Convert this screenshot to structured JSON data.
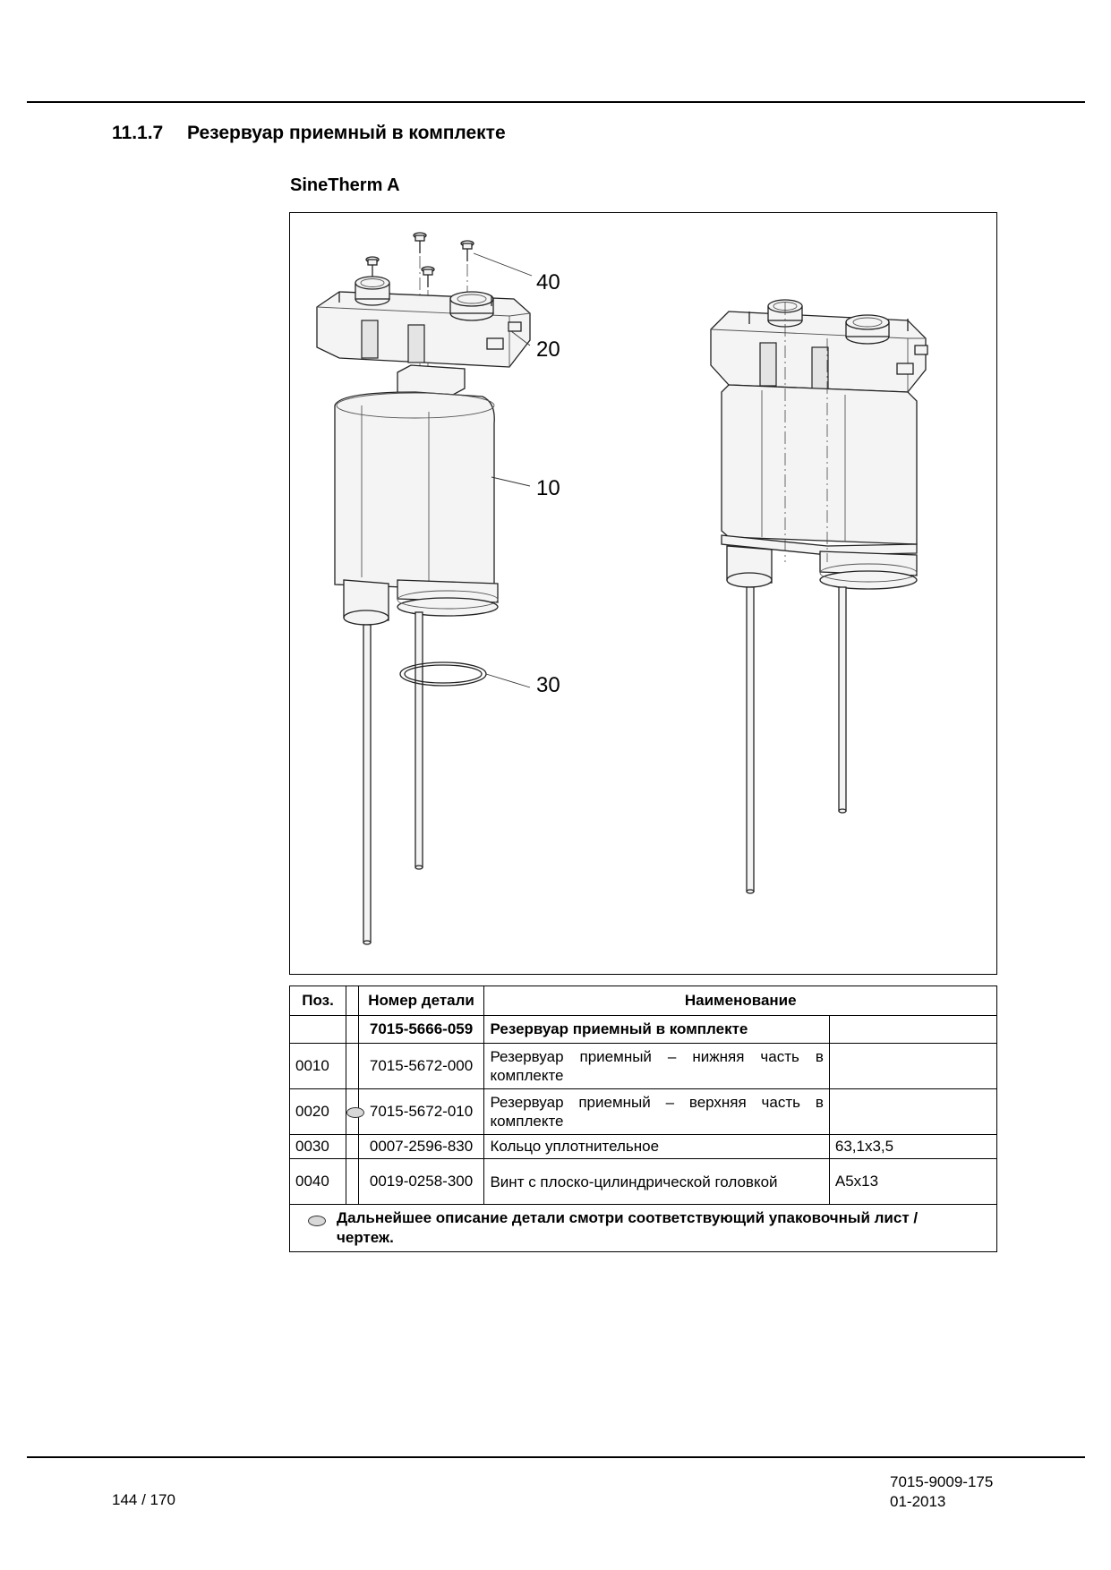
{
  "section": {
    "number": "11.1.7",
    "title": "Резервуар приемный в комплекте"
  },
  "subtitle": "SineTherm A",
  "figure": {
    "callouts": [
      "40",
      "20",
      "10",
      "30"
    ]
  },
  "table": {
    "headers": {
      "pos": "Поз.",
      "part_number": "Номер детали",
      "name": "Наименование"
    },
    "assembly": {
      "part_number": "7015-5666-059",
      "name": "Резервуар приемный в комплекте"
    },
    "rows": [
      {
        "pos": "0010",
        "part_number": "7015-5672-000",
        "name": "Резервуар приемный – нижняя часть в комплекте",
        "extra": ""
      },
      {
        "pos": "0020",
        "part_number": "7015-5672-010",
        "name": "Резервуар приемный – верхняя часть в комплекте",
        "extra": ""
      },
      {
        "pos": "0030",
        "part_number": "0007-2596-830",
        "name": "Кольцо уплотнительное",
        "extra": "63,1x3,5"
      },
      {
        "pos": "0040",
        "part_number": "0019-0258-300",
        "name": "Винт с плоско-цилиндрической головкой",
        "extra": "A5x13"
      }
    ],
    "footnote": "Дальнейшее описание детали смотри соответствующий упаковочный лист / чертеж."
  },
  "footer": {
    "page": "144 / 170",
    "doc_number": "7015-9009-175",
    "doc_date": "01-2013"
  }
}
